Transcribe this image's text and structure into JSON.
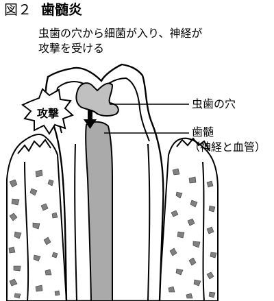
{
  "figure": {
    "label": "図２",
    "name": "歯髄炎"
  },
  "caption": {
    "line1": "虫歯の穴から細菌が入り、神経が",
    "line2": "攻撃を受ける"
  },
  "burst": {
    "text": "攻撃"
  },
  "labels": {
    "cavity": "虫歯の穴",
    "pulp": "歯髄",
    "pulp_detail": "（神経と血管）"
  },
  "colors": {
    "decay": "#c0c0c0",
    "pulp": "#aaaaaa",
    "bone": "#808080",
    "outline": "#000000"
  }
}
